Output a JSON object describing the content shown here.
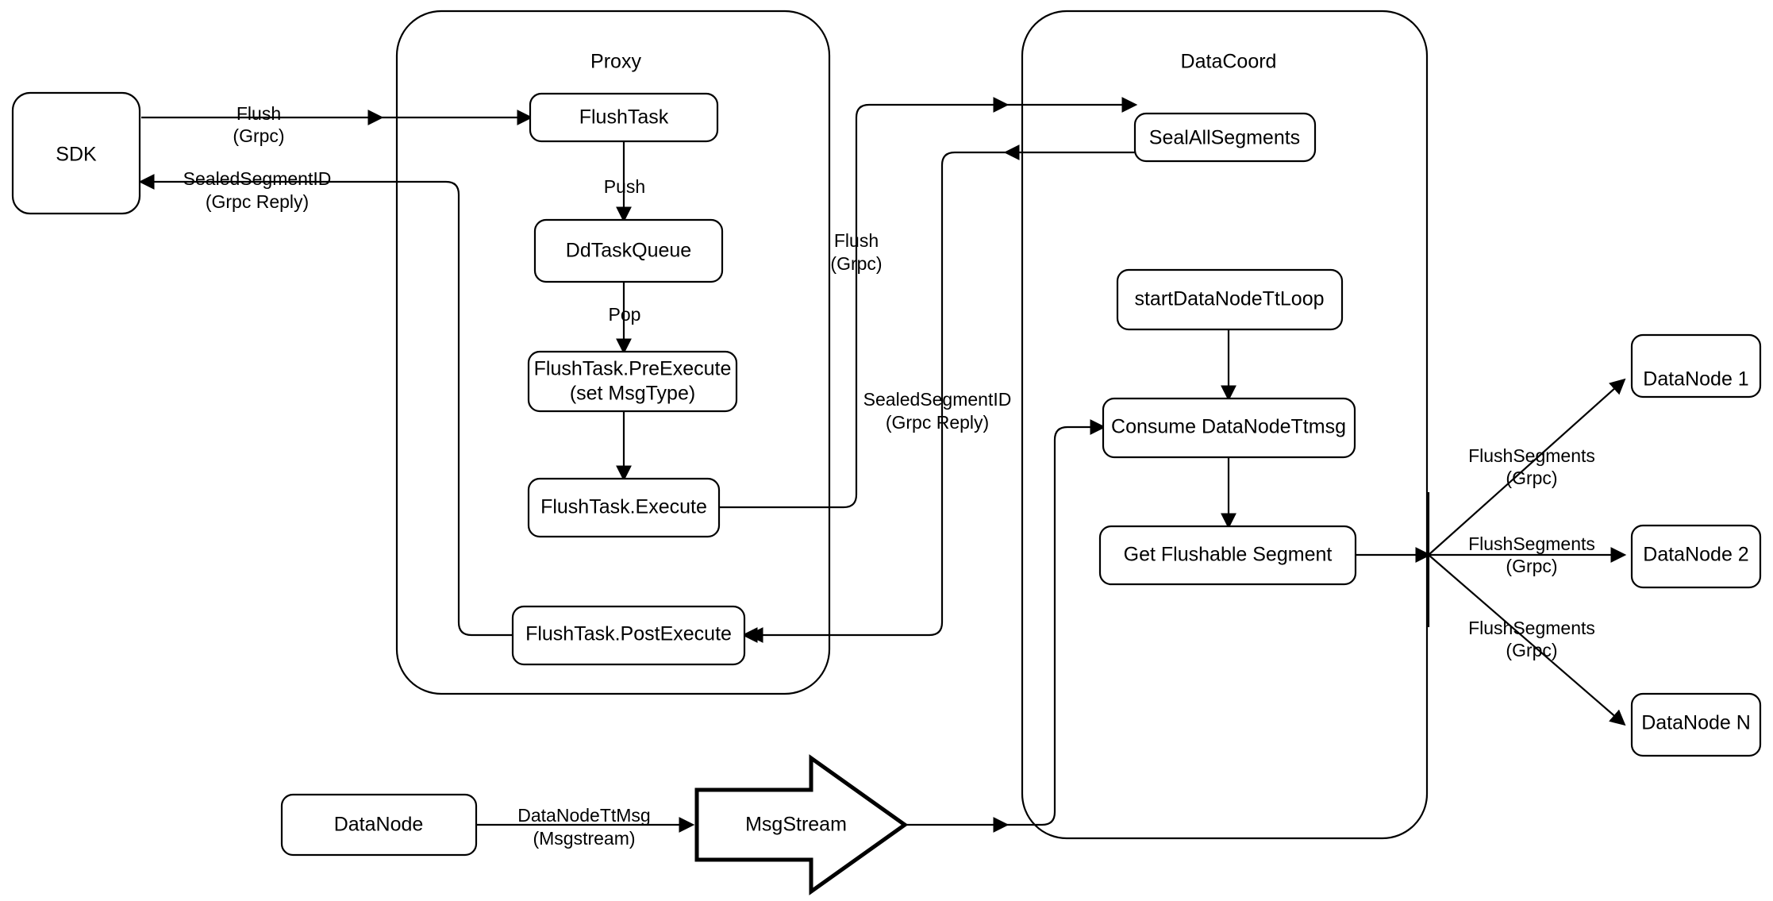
{
  "diagram": {
    "title_nodes": {
      "proxy": "Proxy",
      "datacoord": "DataCoord"
    },
    "nodes": {
      "sdk": "SDK",
      "flush_task": "FlushTask",
      "dd_task_queue": "DdTaskQueue",
      "flush_task_preexecute_l1": "FlushTask.PreExecute",
      "flush_task_preexecute_l2": "(set MsgType)",
      "flush_task_execute": "FlushTask.Execute",
      "flush_task_postexecute": "FlushTask.PostExecute",
      "seal_all_segments": "SealAllSegments",
      "start_datanode_tt_loop": "startDataNodeTtLoop",
      "consume_datanode_ttmsg": "Consume DataNodeTtmsg",
      "get_flushable_segment": "Get Flushable Segment",
      "datanode_1": "DataNode 1",
      "datanode_2": "DataNode 2",
      "datanode_n": "DataNode N",
      "datanode_bottom": "DataNode",
      "msgstream": "MsgStream"
    },
    "edge_labels": {
      "sdk_to_proxy_l1": "Flush",
      "sdk_to_proxy_l2": "(Grpc)",
      "proxy_to_sdk_l1": "SealedSegmentID",
      "proxy_to_sdk_l2": "(Grpc Reply)",
      "push": "Push",
      "pop": "Pop",
      "proxy_to_datacoord_l1": "Flush",
      "proxy_to_datacoord_l2": "(Grpc)",
      "datacoord_to_proxy_l1": "SealedSegmentID",
      "datacoord_to_proxy_l2": "(Grpc Reply)",
      "flush_segments_1_l1": "FlushSegments",
      "flush_segments_1_l2": "(Grpc)",
      "flush_segments_2_l1": "FlushSegments",
      "flush_segments_2_l2": "(Grpc)",
      "flush_segments_n_l1": "FlushSegments",
      "flush_segments_n_l2": "(Grpc)",
      "datanode_ttmsg_l1": "DataNodeTtMsg",
      "datanode_ttmsg_l2": "(Msgstream)"
    },
    "colors": {
      "stroke": "#000000",
      "fill": "#ffffff",
      "background": "#ffffff"
    }
  }
}
